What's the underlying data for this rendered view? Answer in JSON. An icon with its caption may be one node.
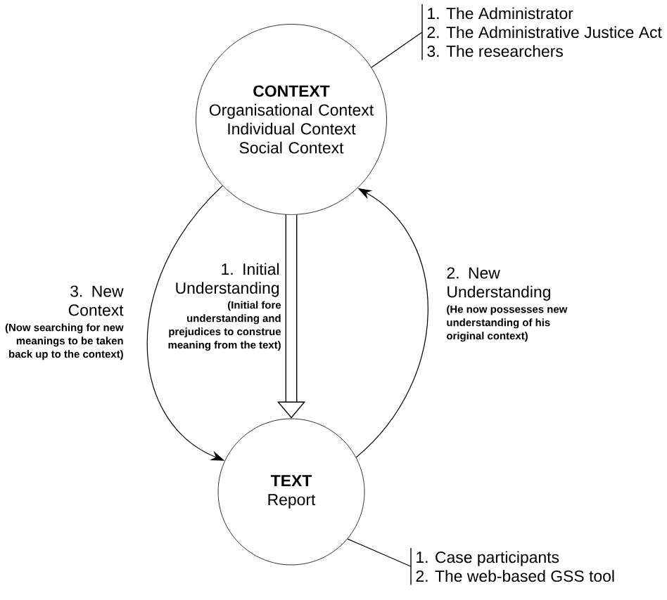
{
  "diagram": {
    "nodes": [
      {
        "text": [
          "CONTEXT",
          "Organisational Context Individual Context Social Context"
        ]
      },
      {
        "text": [
          "TEXT",
          "Report"
        ]
      },
      {
        "text": [
          "1. The Administrator",
          "2. The Administrative Justice Act",
          "3. The researchers"
        ]
      },
      {
        "text": [
          "1. Case participants",
          "2. The web-based GSS tool"
        ]
      }
    ],
    "edges": [
      {
        "from": 0,
        "to": 1,
        "arrow": "to",
        "style": "thick",
        "label": "1. Initial Understanding"
      },
      {
        "from": 1,
        "to": 0,
        "arrow": "to",
        "label": "2. New Understanding"
      },
      {
        "from": 0,
        "to": 1,
        "arrow": "to",
        "label": "3. New Context"
      },
      {
        "from": 0,
        "to": 2,
        "arrow": "none"
      },
      {
        "from": 1,
        "to": 3,
        "arrow": "none"
      }
    ],
    "labels": [
      "(Initial fore understanding and prejudices to construe meaning from the text)",
      "(He now possesses new understanding of his original context)",
      "(Now searching for new meanings to be taken back up to the context)"
    ]
  }
}
